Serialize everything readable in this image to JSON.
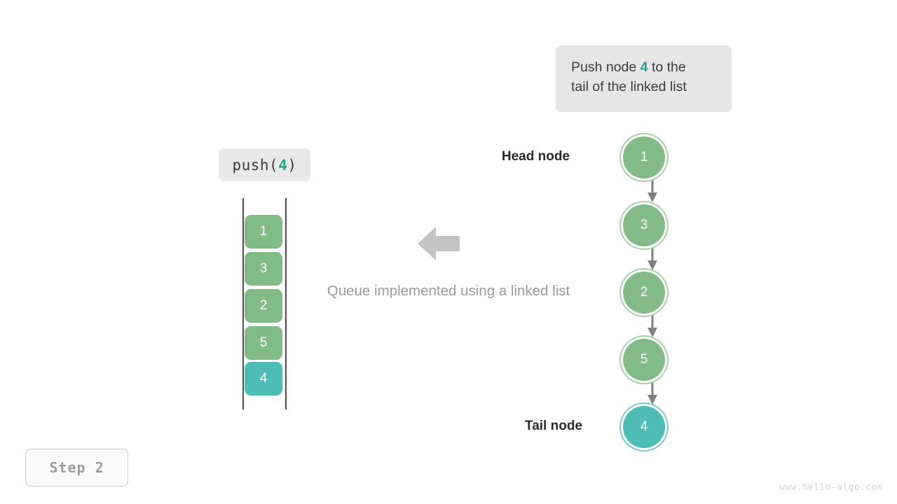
{
  "callout": {
    "line1_prefix": "Push node ",
    "line1_accent": "4",
    "line1_suffix": " to the",
    "line2": "tail of the linked list",
    "bg_color": "#E6E6E6",
    "accent_color": "#2A9D8F"
  },
  "operation_label": {
    "prefix": "push(",
    "accent": "4",
    "suffix": ")"
  },
  "stack": {
    "cells": [
      {
        "value": "1",
        "state": "normal"
      },
      {
        "value": "3",
        "state": "normal"
      },
      {
        "value": "2",
        "state": "normal"
      },
      {
        "value": "5",
        "state": "normal"
      },
      {
        "value": "4",
        "state": "highlight"
      }
    ],
    "normal_color": "#82BB87",
    "highlight_color": "#4EBDB5"
  },
  "caption": "Queue implemented using a linked list",
  "arrow": {
    "direction": "left",
    "color": "#C4C4C4"
  },
  "linked_list": {
    "nodes": [
      {
        "value": "1",
        "state": "normal"
      },
      {
        "value": "3",
        "state": "normal"
      },
      {
        "value": "2",
        "state": "normal"
      },
      {
        "value": "5",
        "state": "normal"
      },
      {
        "value": "4",
        "state": "highlight"
      }
    ],
    "head_label": "Head node",
    "tail_label": "Tail node",
    "normal_color": "#82BB87",
    "highlight_color": "#4EBDB5",
    "connector_color": "#808080"
  },
  "step_badge": "Step 2",
  "watermark": "www.hello-algo.com"
}
